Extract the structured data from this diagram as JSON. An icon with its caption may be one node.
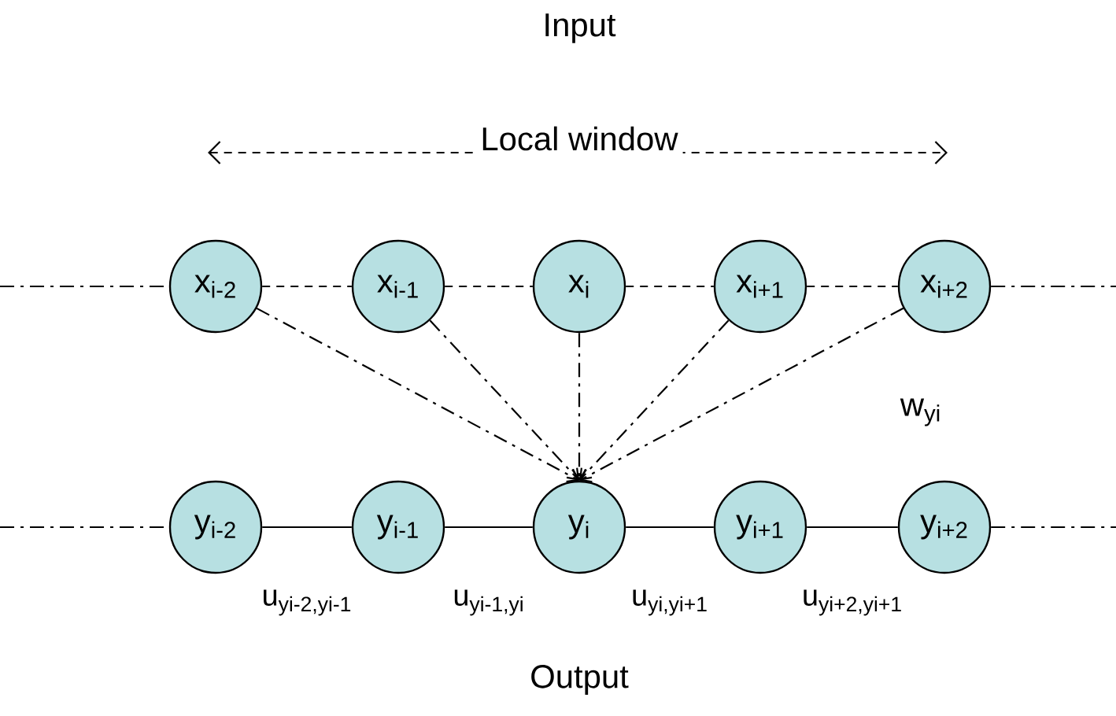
{
  "diagram": {
    "title": "Input",
    "caption": "Output",
    "nodes": [
      {
        "text": [
          "x$_{i-2}$"
        ]
      },
      {
        "text": [
          "x$_{i-1}$"
        ]
      },
      {
        "text": [
          "x$_{i}$"
        ]
      },
      {
        "text": [
          "x$_{i+1}$"
        ]
      },
      {
        "text": [
          "x$_{i+2}$"
        ]
      },
      {
        "text": [
          "y$_{i-2}$"
        ]
      },
      {
        "text": [
          "y$_{i-1}$"
        ]
      },
      {
        "text": [
          "y$_{i}$"
        ]
      },
      {
        "text": [
          "y$_{i+1}$"
        ]
      },
      {
        "text": [
          "y$_{i+2}$"
        ]
      }
    ],
    "edges": [
      {
        "from": null,
        "to": 0,
        "arrow": "none",
        "style": "dashed"
      },
      {
        "from": 0,
        "to": 1,
        "arrow": "none",
        "style": "dashed"
      },
      {
        "from": 1,
        "to": 2,
        "arrow": "none",
        "style": "dashed"
      },
      {
        "from": 2,
        "to": 3,
        "arrow": "none",
        "style": "dashed"
      },
      {
        "from": 3,
        "to": 4,
        "arrow": "none",
        "style": "dashed"
      },
      {
        "from": 4,
        "to": null,
        "arrow": "none",
        "style": "dashed"
      },
      {
        "from": 0,
        "to": 7,
        "arrow": "to",
        "style": "dashed"
      },
      {
        "from": 1,
        "to": 7,
        "arrow": "to",
        "style": "dashed"
      },
      {
        "from": 2,
        "to": 7,
        "arrow": "to",
        "style": "dashed"
      },
      {
        "from": 3,
        "to": 7,
        "arrow": "to",
        "style": "dashed"
      },
      {
        "from": 4,
        "to": 7,
        "arrow": "to",
        "style": "dashed"
      },
      {
        "from": null,
        "to": 5,
        "arrow": "none",
        "style": "dashed"
      },
      {
        "from": 5,
        "to": 6,
        "arrow": "none",
        "label": "u$_{yi-2,yi-1}$"
      },
      {
        "from": 6,
        "to": 7,
        "arrow": "none",
        "label": "u$_{yi-1,yi}$"
      },
      {
        "from": 7,
        "to": 8,
        "arrow": "none",
        "label": "u$_{yi,yi+1}$"
      },
      {
        "from": 8,
        "to": 9,
        "arrow": "none",
        "label": "u$_{yi+2,yi+1}$"
      },
      {
        "from": 9,
        "to": null,
        "arrow": "none",
        "style": "dashed"
      }
    ],
    "labels": [
      "Local window",
      "w$_{yi}$"
    ]
  }
}
